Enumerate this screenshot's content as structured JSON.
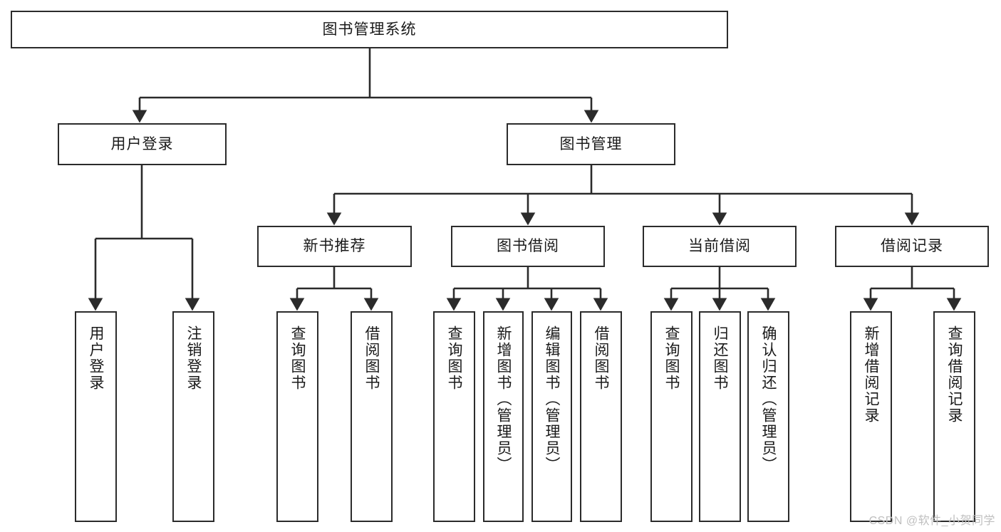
{
  "diagram": {
    "title": "图书管理系统",
    "type": "tree-hierarchy-diagram",
    "root": {
      "label": "图书管理系统"
    },
    "level2": [
      {
        "label": "用户登录"
      },
      {
        "label": "图书管理"
      }
    ],
    "level3": [
      {
        "label": "新书推荐"
      },
      {
        "label": "图书借阅"
      },
      {
        "label": "当前借阅"
      },
      {
        "label": "借阅记录"
      }
    ],
    "leaves": [
      {
        "label": "用户登录",
        "parent": "用户登录"
      },
      {
        "label": "注销登录",
        "parent": "用户登录"
      },
      {
        "label": "查询图书",
        "parent": "新书推荐"
      },
      {
        "label": "借阅图书",
        "parent": "新书推荐"
      },
      {
        "label": "查询图书",
        "parent": "图书借阅"
      },
      {
        "label": "新增图书（管理员）",
        "parent": "图书借阅"
      },
      {
        "label": "编辑图书（管理员）",
        "parent": "图书借阅"
      },
      {
        "label": "借阅图书",
        "parent": "图书借阅"
      },
      {
        "label": "查询图书",
        "parent": "当前借阅"
      },
      {
        "label": "归还图书",
        "parent": "当前借阅"
      },
      {
        "label": "确认归还（管理员）",
        "parent": "当前借阅"
      },
      {
        "label": "新增借阅记录",
        "parent": "借阅记录"
      },
      {
        "label": "查询借阅记录",
        "parent": "借阅记录"
      }
    ],
    "watermark": "CSDN @软件_小贺同学",
    "colors": {
      "stroke": "#2b2b2b",
      "fill": "#ffffff",
      "text": "#1a1a1a",
      "watermark": "#bfbfbf"
    }
  }
}
